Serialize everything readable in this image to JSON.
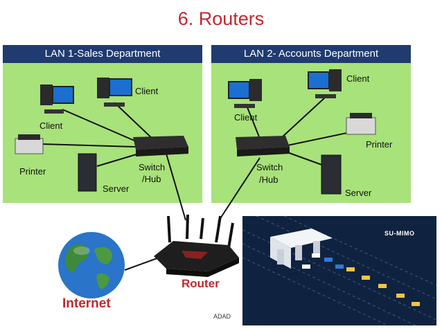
{
  "slide": {
    "title": "6. Routers"
  },
  "lan1": {
    "header": "LAN 1-Sales Department",
    "labels": {
      "client_top": "Client",
      "client_left": "Client",
      "printer": "Printer",
      "server": "Server",
      "switch_line1": "Switch",
      "switch_line2": "/Hub"
    }
  },
  "lan2": {
    "header": "LAN 2- Accounts Department",
    "labels": {
      "client_left": "Client",
      "client_top": "Client",
      "printer": "Printer",
      "server": "Server",
      "switch_line1": "Switch",
      "switch_line2": "/Hub"
    }
  },
  "router": {
    "label": "Router"
  },
  "internet": {
    "label": "Internet"
  },
  "caption": {
    "adad": "ADAD"
  },
  "mimo": {
    "title": "SU-MIMO"
  },
  "colors": {
    "title_red": "#c0282d",
    "lan_green": "#a8e27a",
    "header_navy": "#1f3b70",
    "mimo_bg": "#0f2340"
  }
}
